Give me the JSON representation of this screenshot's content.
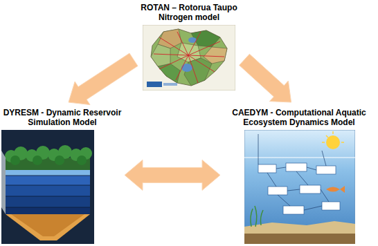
{
  "diagram": {
    "nodes": [
      {
        "text": [
          "ROTAN – Rotorua Taupo Nitrogen model"
        ]
      },
      {
        "text": [
          "DYRESM - Dynamic Reservoir Simulation Model"
        ]
      },
      {
        "text": [
          "CAEDYM - Computational Aquatic Ecosystem Dynamics Model"
        ]
      }
    ],
    "edges": [
      {
        "from": 0,
        "to": 1,
        "arrow": "to"
      },
      {
        "from": 0,
        "to": 2,
        "arrow": "to"
      },
      {
        "from": 1,
        "to": 2,
        "arrow": "both"
      }
    ]
  }
}
